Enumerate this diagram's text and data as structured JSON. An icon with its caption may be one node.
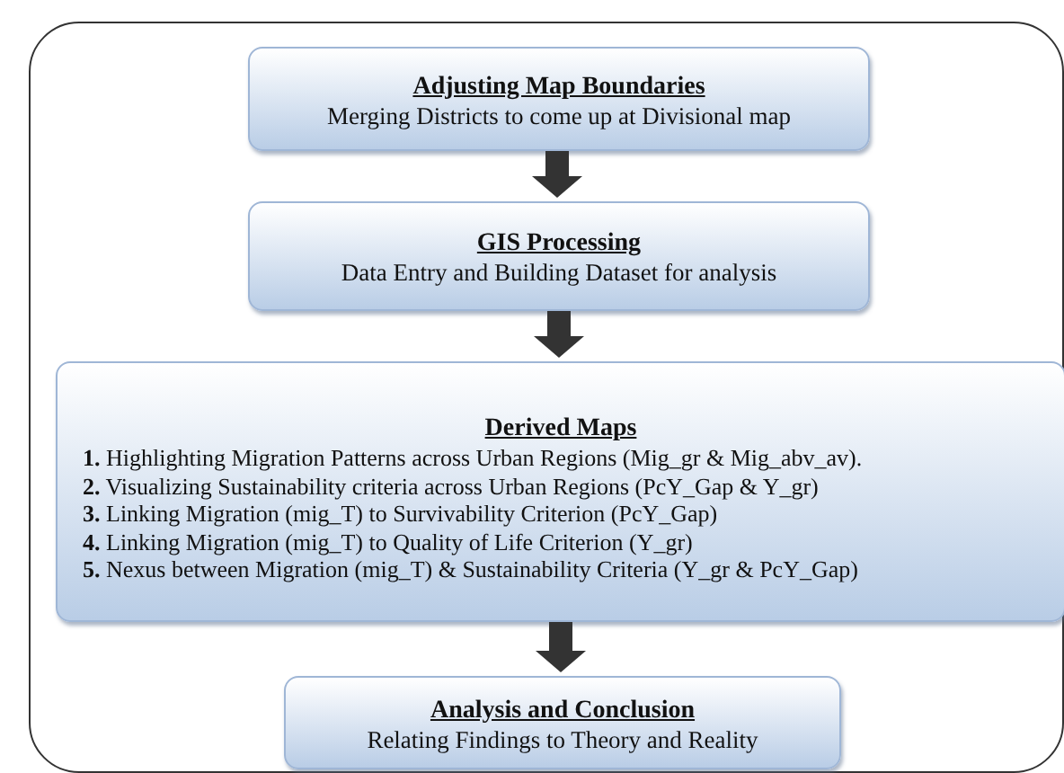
{
  "diagram": {
    "nodes": [
      {
        "text": [],
        "shape": "box"
      },
      {
        "text": [
          "Adjusting Map Boundaries",
          "Merging Districts to come up at Divisional map"
        ],
        "in": 0
      },
      {
        "text": [
          "GIS Processing",
          "Data Entry and Building Dataset for analysis"
        ],
        "in": 0
      },
      {
        "text": [
          "Derived Maps",
          "**1.** Highlighting  Migration Patterns across Urban Regions (Mig_gr & Mig_abv_av).",
          "**2.** Visualizing  Sustainability criteria across Urban Regions (PcY_Gap & Y_gr)",
          "**3.** Linking Migration (mig_T) to Survivability Criterion (PcY_Gap)",
          "**4.** Linking Migration (mig_T) to Quality of Life Criterion (Y_gr)",
          "**5.** Nexus between Migration (mig_T) & Sustainability Criteria (Y_gr & PcY_Gap)"
        ],
        "in": 0
      },
      {
        "text": [
          "Analysis and Conclusion",
          "Relating Findings to Theory and Reality"
        ],
        "in": 0
      }
    ],
    "edges": [
      {
        "from": 1,
        "to": 2,
        "arrow": "to"
      },
      {
        "from": 2,
        "to": 3,
        "arrow": "to"
      },
      {
        "from": 3,
        "to": 4,
        "arrow": "to"
      }
    ]
  }
}
